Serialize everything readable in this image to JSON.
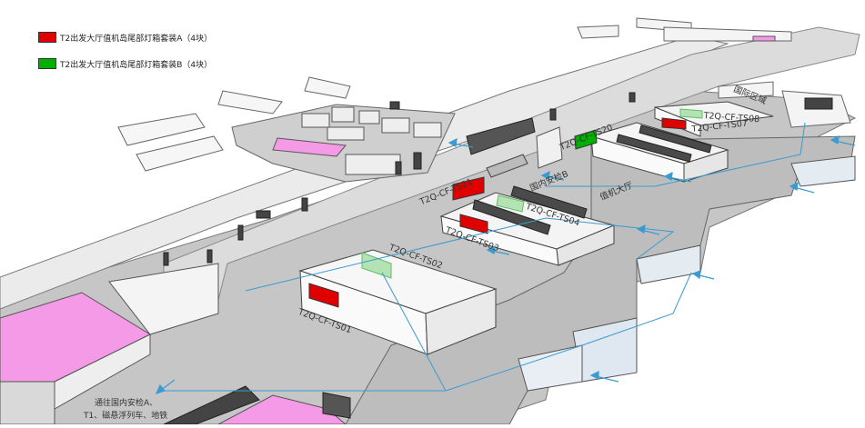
{
  "legend": {
    "items": [
      {
        "label": "T2出发大厅值机岛尾部灯箱套装A（4块）",
        "color": "#e00000"
      },
      {
        "label": "T2出发大厅值机岛尾部灯箱套装B（4块）",
        "color": "#00b000"
      }
    ]
  },
  "labels": {
    "ts01": "T2Q-CF-TS01",
    "ts02": "T2Q-CF-TS02",
    "ts03": "T2Q-CF-TS03",
    "ts04": "T2Q-CF-TS04",
    "ts07": "T2Q-CF-TS07",
    "ts08": "T2Q-CF-TS08",
    "ts20": "T2Q-CF-TS20",
    "ts21": "T2Q-CF-TS21",
    "domestic_security_b": "国内安检B",
    "checkin_hall": "值机大厅",
    "international_area": "国际区域",
    "exit_note_line1": "通往国内安检A、",
    "exit_note_line2": "T1、磁悬浮列车、地铁"
  },
  "colors": {
    "panel_a": "#e00000",
    "panel_b": "#00b000",
    "floor": "#c8c8c8",
    "wall": "#f2f2f2",
    "pink": "#f59ae6",
    "flow": "#3a9bd0",
    "dark_counter": "#4a4a4a"
  }
}
